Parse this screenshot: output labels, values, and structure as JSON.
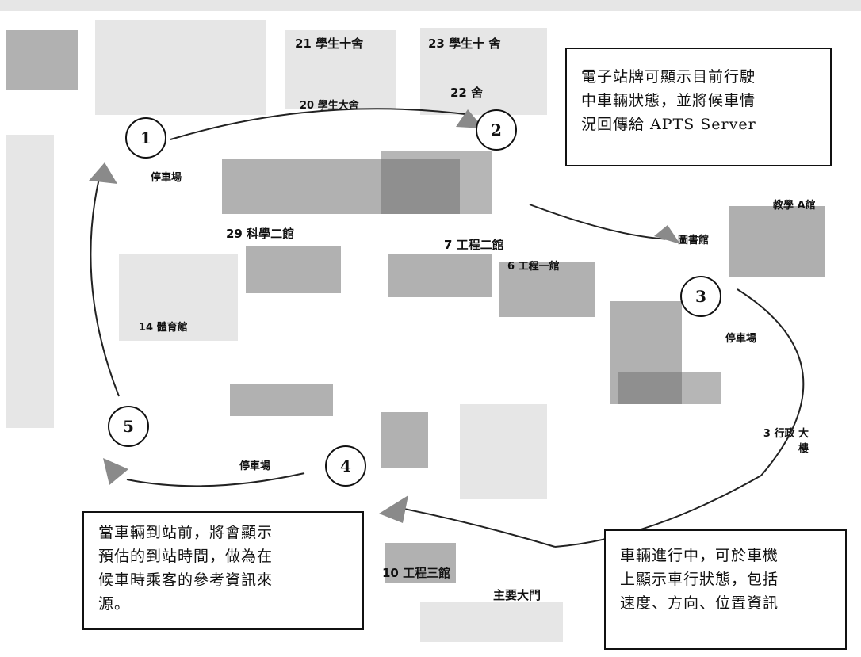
{
  "steps": [
    "1",
    "2",
    "3",
    "4",
    "5"
  ],
  "callouts": {
    "top_right": [
      "電子站牌可顯示目前行駛",
      "中車輛狀態，並將候車情",
      "況回傳給 APTS Server"
    ],
    "bottom_left": [
      "當車輛到站前，將會顯示",
      "預估的到站時間，做為在",
      "候車時乘客的參考資訊來",
      "源。"
    ],
    "bottom_right": [
      "車輛進行中，可於車機",
      "上顯示車行狀態，包括",
      "速度、方向、位置資訊"
    ]
  },
  "map_labels": {
    "b21": "21 學生十舍",
    "b23": "23 學生十 舍",
    "b22": "22 舍",
    "b20": "20 學生大舍",
    "stop_a": "停車場",
    "stop_b": "停車場",
    "stop_c": "停車場",
    "b7": "7 工程二館",
    "b6": "6 工程一館",
    "b29": "29 科學二館",
    "b14": "14 體育館",
    "b3": "3 行政 大樓",
    "b10": "10 工程三館",
    "main_gate": "主要大門",
    "top_right_bldg": "教學 A館",
    "lib": "圖書館"
  },
  "colors": {
    "ink": "#111111",
    "arrow": "#8a8a8a"
  }
}
